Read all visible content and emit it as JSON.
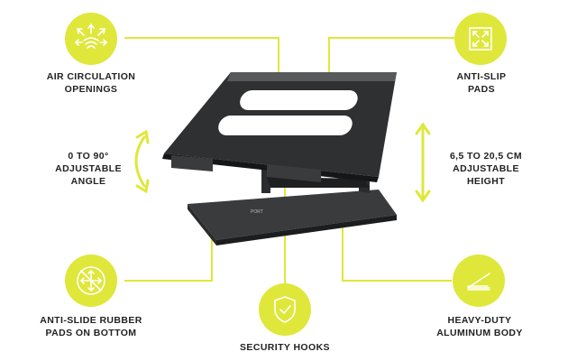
{
  "features": {
    "air_circulation": {
      "line1": "AIR CIRCULATION",
      "line2": "OPENINGS",
      "icon": "airflow-arrows-icon"
    },
    "anti_slip": {
      "line1": "ANTI-SLIP",
      "line2": "PADS",
      "icon": "expand-corners-icon"
    },
    "angle": {
      "line1": "0 TO 90°",
      "line2": "ADJUSTABLE",
      "line3": "ANGLE",
      "icon": "curved-double-arrow-icon"
    },
    "height": {
      "line1": "6,5 TO 20,5 CM",
      "line2": "ADJUSTABLE",
      "line3": "HEIGHT",
      "icon": "vertical-double-arrow-icon"
    },
    "anti_slide": {
      "line1": "ANTI-SLIDE RUBBER",
      "line2": "PADS ON BOTTOM",
      "icon": "crossed-arrows-icon"
    },
    "security": {
      "line1": "SECURITY HOOKS",
      "icon": "shield-check-icon"
    },
    "aluminum": {
      "line1": "HEAVY-DUTY",
      "line2": "ALUMINUM BODY",
      "icon": "thin-stand-icon"
    }
  },
  "colors": {
    "accent": "#dfe73a",
    "product": "#2b2c2e",
    "text": "#222222"
  },
  "product": {
    "brand_mark": "PORT"
  }
}
